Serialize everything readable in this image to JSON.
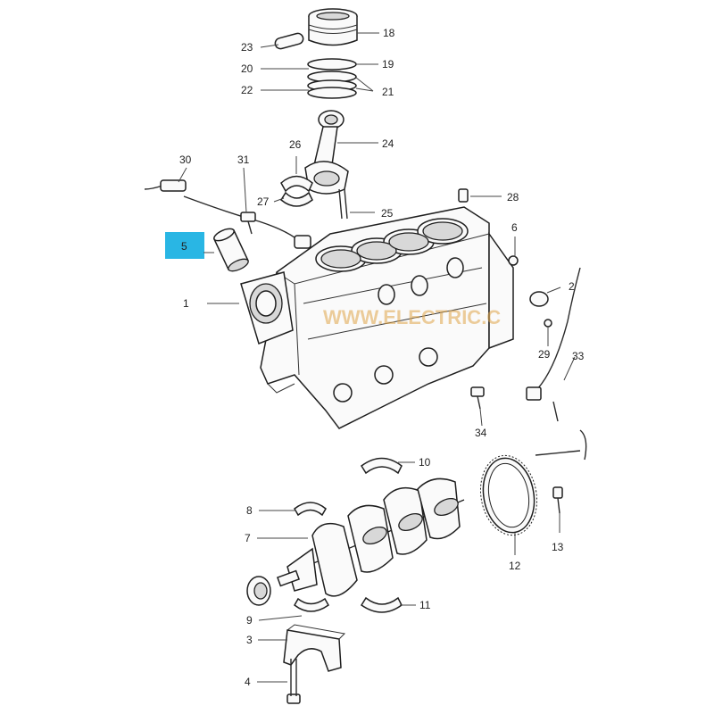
{
  "diagram": {
    "highlight_color": "#29b6e4",
    "callouts": {
      "c1": "1",
      "c2": "2",
      "c3": "3",
      "c4": "4",
      "c5": "5",
      "c6": "6",
      "c7": "7",
      "c8": "8",
      "c9": "9",
      "c10": "10",
      "c11": "11",
      "c12": "12",
      "c13": "13",
      "c18": "18",
      "c19": "19",
      "c20": "20",
      "c21": "21",
      "c22": "22",
      "c23": "23",
      "c24": "24",
      "c25": "25",
      "c26": "26",
      "c27": "27",
      "c28": "28",
      "c29": "29",
      "c30": "30",
      "c31": "31",
      "c33": "33",
      "c34": "34"
    },
    "watermark": "WWW.ELECTRIC.C"
  }
}
